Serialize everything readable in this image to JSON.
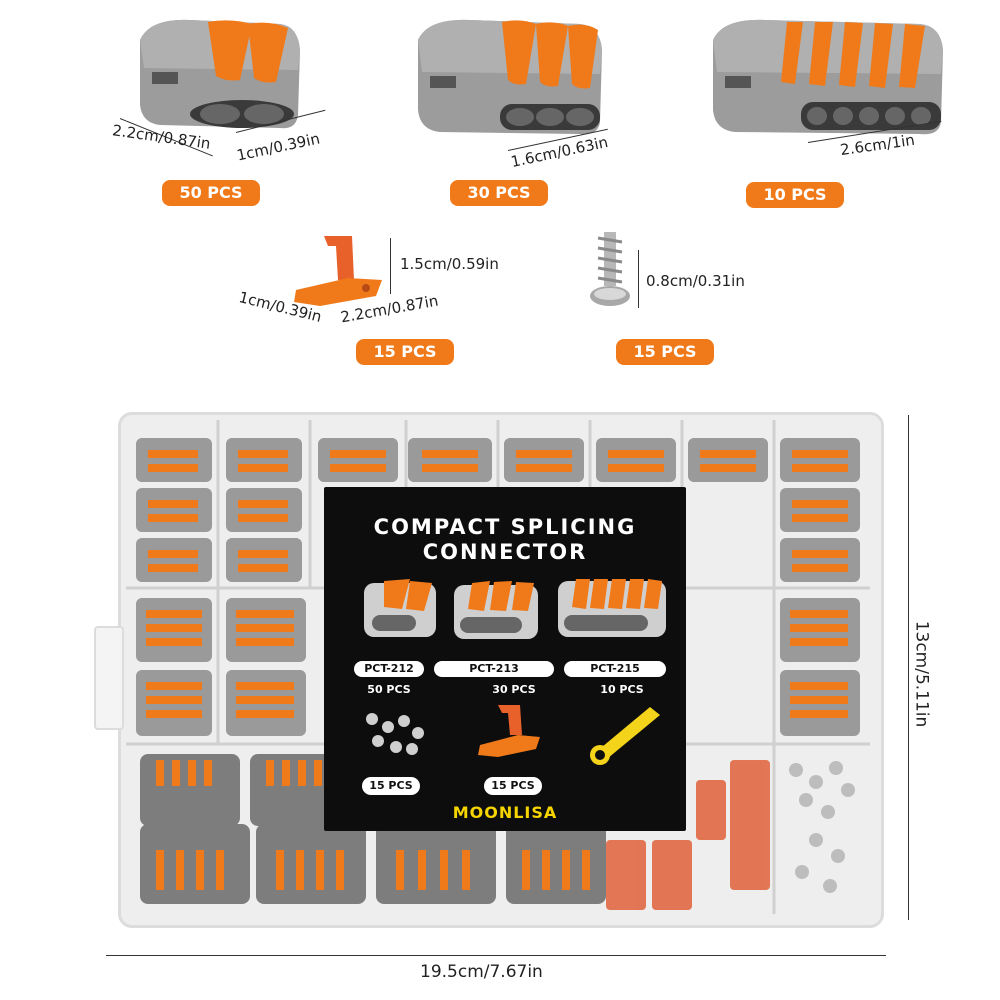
{
  "connectors": [
    {
      "dims": [
        "2.2cm/0.87in",
        "1cm/0.39in"
      ],
      "count": "50 PCS"
    },
    {
      "dims": [
        "1.6cm/0.63in"
      ],
      "count": "30 PCS"
    },
    {
      "dims": [
        "2.6cm/1in"
      ],
      "count": "10 PCS"
    }
  ],
  "mount": {
    "dims": [
      "1.5cm/0.59in",
      "1cm/0.39in",
      "2.2cm/0.87in"
    ],
    "count": "15 PCS"
  },
  "screw": {
    "dims": [
      "0.8cm/0.31in"
    ],
    "count": "15 PCS"
  },
  "box": {
    "height": "13cm/5.11in",
    "width": "19.5cm/7.67in"
  },
  "card": {
    "title_line1": "COMPACT SPLICING",
    "title_line2": "CONNECTOR",
    "models": [
      {
        "label": "PCT-212",
        "count": "50 PCS"
      },
      {
        "label": "PCT-213",
        "count": "30 PCS"
      },
      {
        "label": "PCT-215",
        "count": "10 PCS"
      }
    ],
    "accessories": [
      {
        "count": "15 PCS"
      },
      {
        "count": "15 PCS"
      }
    ],
    "brand": "MOONLISA"
  },
  "colors": {
    "accent": "#f07a1a",
    "connector_gray": "#9a9a9a",
    "card_bg": "#0d0d0d",
    "brand": "#f5d400"
  }
}
